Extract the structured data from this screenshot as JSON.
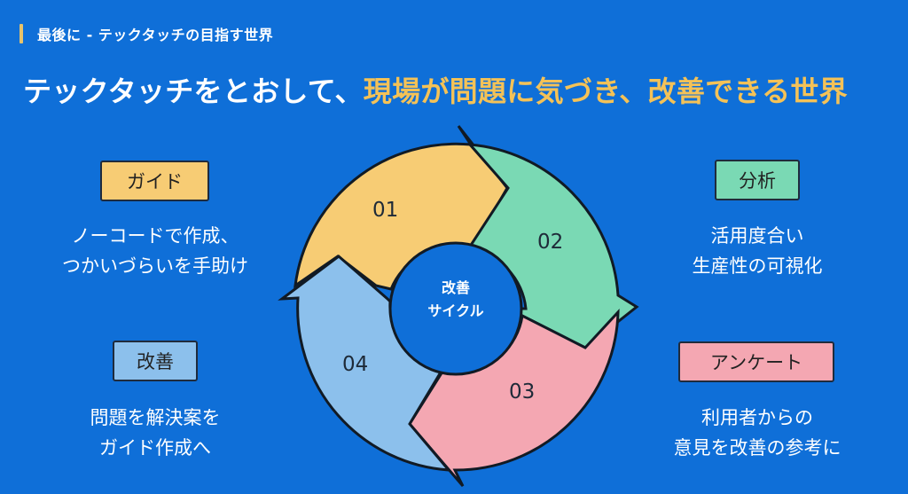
{
  "header": {
    "section_title": "最後に - テックタッチの目指す世界",
    "accent_bar_color": "#e7c36b"
  },
  "headline": {
    "prefix": "テックタッチをとおして、",
    "highlight": "現場が問題に気づき、改善できる世界",
    "highlight_color": "#f4c257"
  },
  "cycle": {
    "center_label_line1": "改善",
    "center_label_line2": "サイクル",
    "segments": [
      {
        "number": "01",
        "color": "#f7cc74"
      },
      {
        "number": "02",
        "color": "#7ad9b4"
      },
      {
        "number": "03",
        "color": "#f4a7b2"
      },
      {
        "number": "04",
        "color": "#8cc0ec"
      }
    ]
  },
  "callouts": [
    {
      "position": "top-left",
      "label": "ガイド",
      "color": "#f7cc74",
      "lines": [
        "ノーコードで作成、",
        "つかいづらいを手助け"
      ]
    },
    {
      "position": "top-right",
      "label": "分析",
      "color": "#7ad9b4",
      "lines": [
        "活用度合い",
        "生産性の可視化"
      ]
    },
    {
      "position": "bottom-right",
      "label": "アンケート",
      "color": "#f4a7b2",
      "lines": [
        "利用者からの",
        "意見を改善の参考に"
      ]
    },
    {
      "position": "bottom-left",
      "label": "改善",
      "color": "#8cc0ec",
      "lines": [
        "問題を解決案を",
        "ガイド作成へ"
      ]
    }
  ]
}
